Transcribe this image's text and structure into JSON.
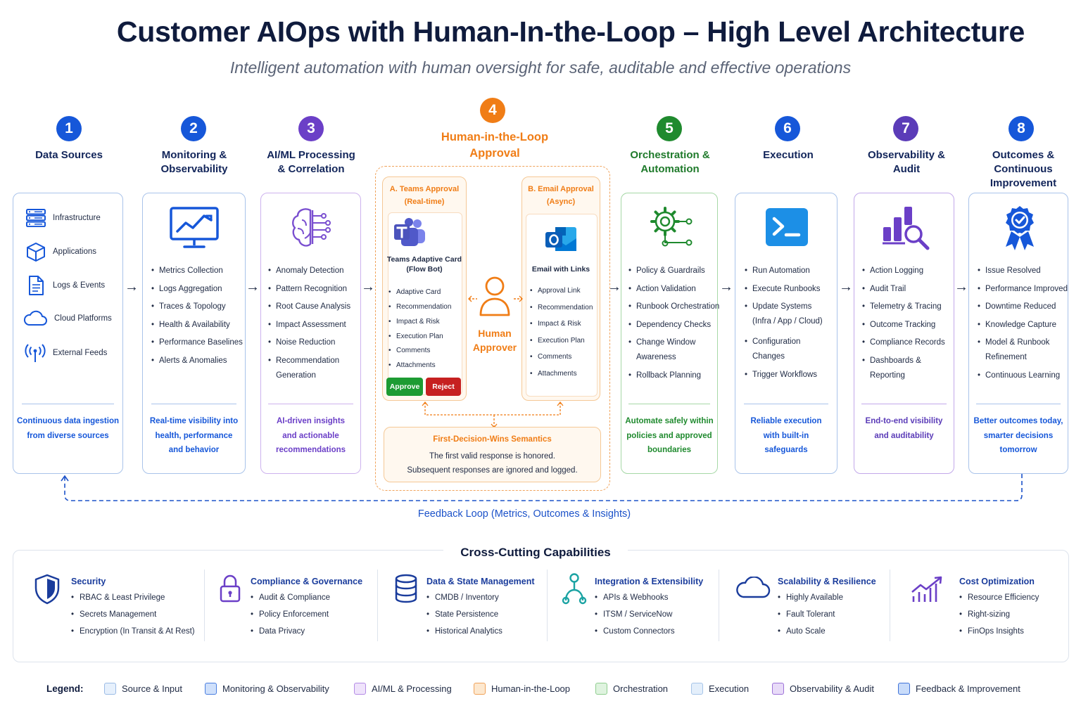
{
  "header": {
    "title": "Customer AIOps with Human-In-the-Loop – High Level Architecture",
    "subtitle": "Intelligent automation with human oversight for safe, auditable and effective operations"
  },
  "colors": {
    "blue": "#1657d9",
    "purple": "#6b3fc7",
    "orange": "#f07d16",
    "green": "#1f8a2e",
    "approve": "#1d9b33",
    "reject": "#c62020"
  },
  "stages": {
    "s1": {
      "num": "1",
      "title": "Data Sources",
      "items": [
        "Infrastructure",
        "Applications",
        "Logs & Events",
        "Cloud Platforms",
        "External Feeds"
      ],
      "icons": [
        "server-icon",
        "cube-icon",
        "document-icon",
        "cloud-icon",
        "antenna-icon"
      ],
      "foot": [
        "Continuous data ingestion",
        "from diverse sources"
      ]
    },
    "s2": {
      "num": "2",
      "title": [
        "Monitoring &",
        "Observability"
      ],
      "bullets": [
        "Metrics Collection",
        "Logs Aggregation",
        "Traces & Topology",
        "Health & Availability",
        "Performance Baselines",
        "Alerts & Anomalies"
      ],
      "foot": [
        "Real-time visibility into",
        "health, performance",
        "and behavior"
      ]
    },
    "s3": {
      "num": "3",
      "title": [
        "AI/ML Processing",
        "& Correlation"
      ],
      "bullets": [
        "Anomaly Detection",
        "Pattern Recognition",
        "Root Cause Analysis",
        "Impact Assessment",
        "Noise Reduction",
        "Recommendation",
        "Generation"
      ],
      "foot": [
        "AI-driven insights",
        "and actionable",
        "recommendations"
      ]
    },
    "s4": {
      "num": "4",
      "title": [
        "Human-in-the-Loop",
        "Approval"
      ],
      "teams": {
        "title": [
          "A. Teams Approval",
          "(Real-time)"
        ],
        "card": [
          "Teams Adaptive Card",
          "(Flow Bot)"
        ],
        "bullets": [
          "Adaptive Card",
          "Recommendation",
          "Impact & Risk",
          "Execution Plan",
          "Comments",
          "Attachments"
        ],
        "approve": "Approve",
        "reject": "Reject"
      },
      "email": {
        "title": [
          "B. Email Approval",
          "(Async)"
        ],
        "card": "Email with Links",
        "bullets": [
          "Approval Link",
          "Recommendation",
          "Impact & Risk",
          "Execution Plan",
          "Comments",
          "Attachments"
        ]
      },
      "approver": [
        "Human",
        "Approver"
      ],
      "fdw": {
        "title": "First-Decision-Wins Semantics",
        "lines": [
          "The first valid response is honored.",
          "Subsequent responses are ignored and logged."
        ]
      }
    },
    "s5": {
      "num": "5",
      "title": [
        "Orchestration &",
        "Automation"
      ],
      "bullets": [
        "Policy & Guardrails",
        "Action Validation",
        "Runbook Orchestration",
        "Dependency Checks",
        "Change Window",
        "Awareness",
        "Rollback Planning"
      ],
      "foot": [
        "Automate safely within",
        "policies and approved",
        "boundaries"
      ]
    },
    "s6": {
      "num": "6",
      "title": "Execution",
      "bullets": [
        "Run Automation",
        "Execute Runbooks",
        "Update Systems",
        "(Infra / App / Cloud)",
        "Configuration",
        "Changes",
        "Trigger Workflows"
      ],
      "foot": [
        "Reliable execution",
        "with built-in",
        "safeguards"
      ]
    },
    "s7": {
      "num": "7",
      "title": [
        "Observability &",
        "Audit"
      ],
      "bullets": [
        "Action Logging",
        "Audit Trail",
        "Telemetry & Tracing",
        "Outcome Tracking",
        "Compliance Records",
        "Dashboards &",
        "Reporting"
      ],
      "foot": [
        "End-to-end visibility",
        "and auditability"
      ]
    },
    "s8": {
      "num": "8",
      "title": [
        "Outcomes &",
        "Continuous",
        "Improvement"
      ],
      "bullets": [
        "Issue Resolved",
        "Performance Improved",
        "Downtime Reduced",
        "Knowledge Capture",
        "Model & Runbook",
        "Refinement",
        "Continuous Learning"
      ],
      "foot": [
        "Better outcomes today,",
        "smarter decisions",
        "tomorrow"
      ]
    }
  },
  "feedback_label": "Feedback Loop (Metrics, Outcomes & Insights)",
  "cross_cutting": {
    "title": "Cross-Cutting Capabilities",
    "sections": [
      {
        "title": "Security",
        "icon": "shield-icon",
        "items": [
          "RBAC & Least Privilege",
          "Secrets Management",
          "Encryption (In Transit & At Rest)"
        ]
      },
      {
        "title": "Compliance & Governance",
        "icon": "lock-icon",
        "items": [
          "Audit & Compliance",
          "Policy Enforcement",
          "Data Privacy"
        ]
      },
      {
        "title": "Data & State Management",
        "icon": "database-icon",
        "items": [
          "CMDB / Inventory",
          "State Persistence",
          "Historical Analytics"
        ]
      },
      {
        "title": "Integration & Extensibility",
        "icon": "integration-icon",
        "items": [
          "APIs & Webhooks",
          "ITSM / ServiceNow",
          "Custom Connectors"
        ]
      },
      {
        "title": "Scalability & Resilience",
        "icon": "cloud-icon",
        "items": [
          "Highly Available",
          "Fault Tolerant",
          "Auto Scale"
        ]
      },
      {
        "title": "Cost Optimization",
        "icon": "trend-chart-icon",
        "items": [
          "Resource Efficiency",
          "Right-sizing",
          "FinOps Insights"
        ]
      }
    ]
  },
  "legend": {
    "label": "Legend:",
    "items": [
      {
        "label": "Source & Input",
        "fill": "#e6f0fc",
        "border": "#9bbbe6"
      },
      {
        "label": "Monitoring & Observability",
        "fill": "#cfe0fb",
        "border": "#4a7ee0"
      },
      {
        "label": "AI/ML & Processing",
        "fill": "#efe3fb",
        "border": "#b48be6"
      },
      {
        "label": "Human-in-the-Loop",
        "fill": "#fde8cf",
        "border": "#f0a25a"
      },
      {
        "label": "Orchestration",
        "fill": "#dff3df",
        "border": "#8fce8f"
      },
      {
        "label": "Execution",
        "fill": "#e4effb",
        "border": "#a6c4e8"
      },
      {
        "label": "Observability & Audit",
        "fill": "#e8dbf8",
        "border": "#9d72d8"
      },
      {
        "label": "Feedback & Improvement",
        "fill": "#c9dcfa",
        "border": "#3f72d8"
      }
    ]
  }
}
